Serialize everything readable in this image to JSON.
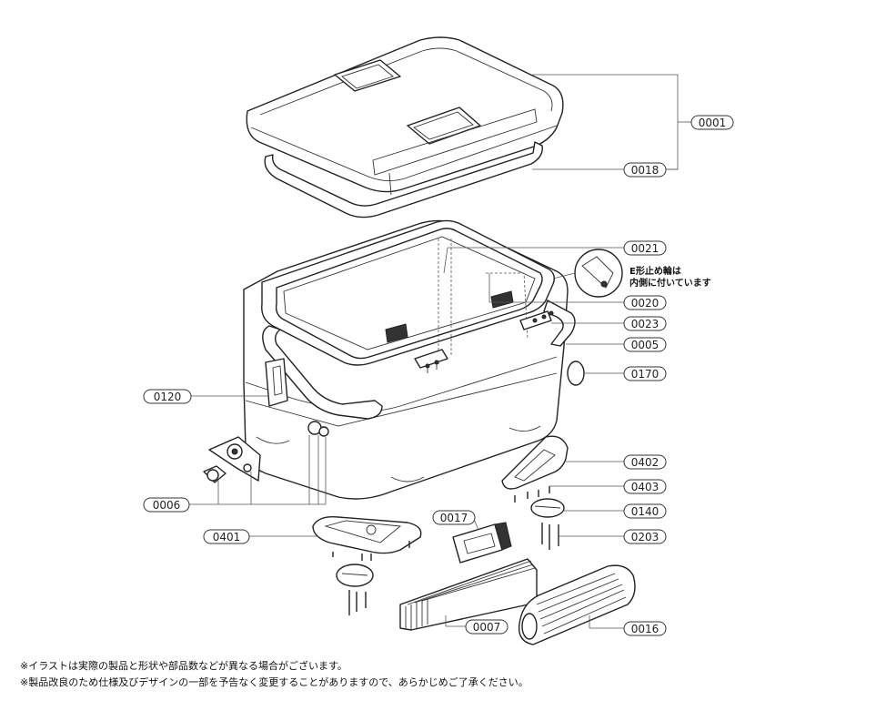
{
  "callouts": [
    {
      "id": "0001",
      "code": "0001"
    },
    {
      "id": "0018",
      "code": "0018"
    },
    {
      "id": "0021",
      "code": "0021"
    },
    {
      "id": "0020",
      "code": "0020"
    },
    {
      "id": "0023",
      "code": "0023"
    },
    {
      "id": "0005",
      "code": "0005"
    },
    {
      "id": "0170",
      "code": "0170"
    },
    {
      "id": "0120",
      "code": "0120"
    },
    {
      "id": "0402",
      "code": "0402"
    },
    {
      "id": "0403",
      "code": "0403"
    },
    {
      "id": "0140",
      "code": "0140"
    },
    {
      "id": "0203",
      "code": "0203"
    },
    {
      "id": "0006",
      "code": "0006"
    },
    {
      "id": "0017",
      "code": "0017"
    },
    {
      "id": "0401",
      "code": "0401"
    },
    {
      "id": "0007",
      "code": "0007"
    },
    {
      "id": "0016",
      "code": "0016"
    }
  ],
  "detail_note": {
    "line1": "E形止め輪は",
    "line2": "内側に付いています"
  },
  "footnotes": {
    "line1": "※イラストは実際の製品と形状や部品数などが異なる場合がございます。",
    "line2": "※製品改良のため仕様及びデザインの一部を予告なく変更することがありますので、あらかじめご了承ください。"
  }
}
